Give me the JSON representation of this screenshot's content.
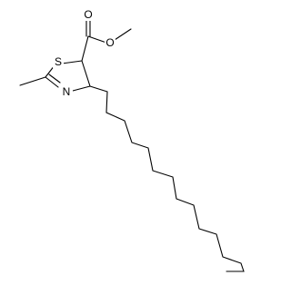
{
  "molecule": {
    "atom_labels": {
      "carbonyl_oxygen": "O",
      "ester_oxygen": "O",
      "ring_sulfur": "S",
      "ring_nitrogen": "N"
    },
    "colors": {
      "bond": "#000000",
      "background": "#ffffff"
    }
  }
}
